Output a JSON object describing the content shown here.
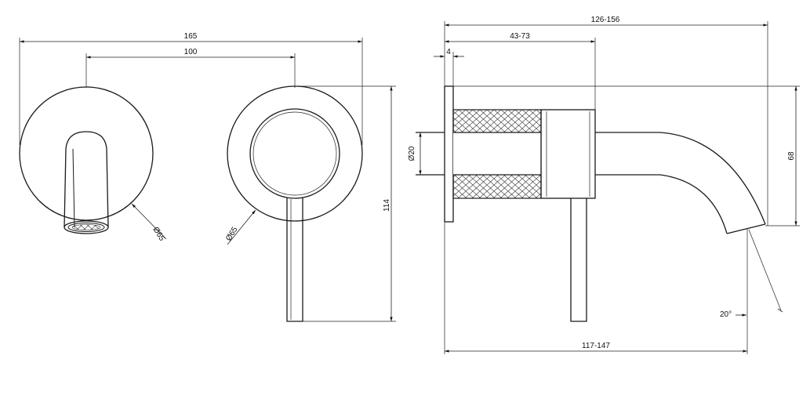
{
  "dimensions": {
    "overall_width": "165",
    "center_distance": "100",
    "total_height": "114",
    "spout_plate_diameter": "Ø65",
    "mixer_plate_diameter": "Ø65",
    "projection_total": "126-156",
    "wall_depth": "43-73",
    "plate_thickness": "4",
    "pipe_diameter": "Ø20",
    "spout_height": "68",
    "spout_reach": "117-147",
    "spout_angle": "20°"
  }
}
